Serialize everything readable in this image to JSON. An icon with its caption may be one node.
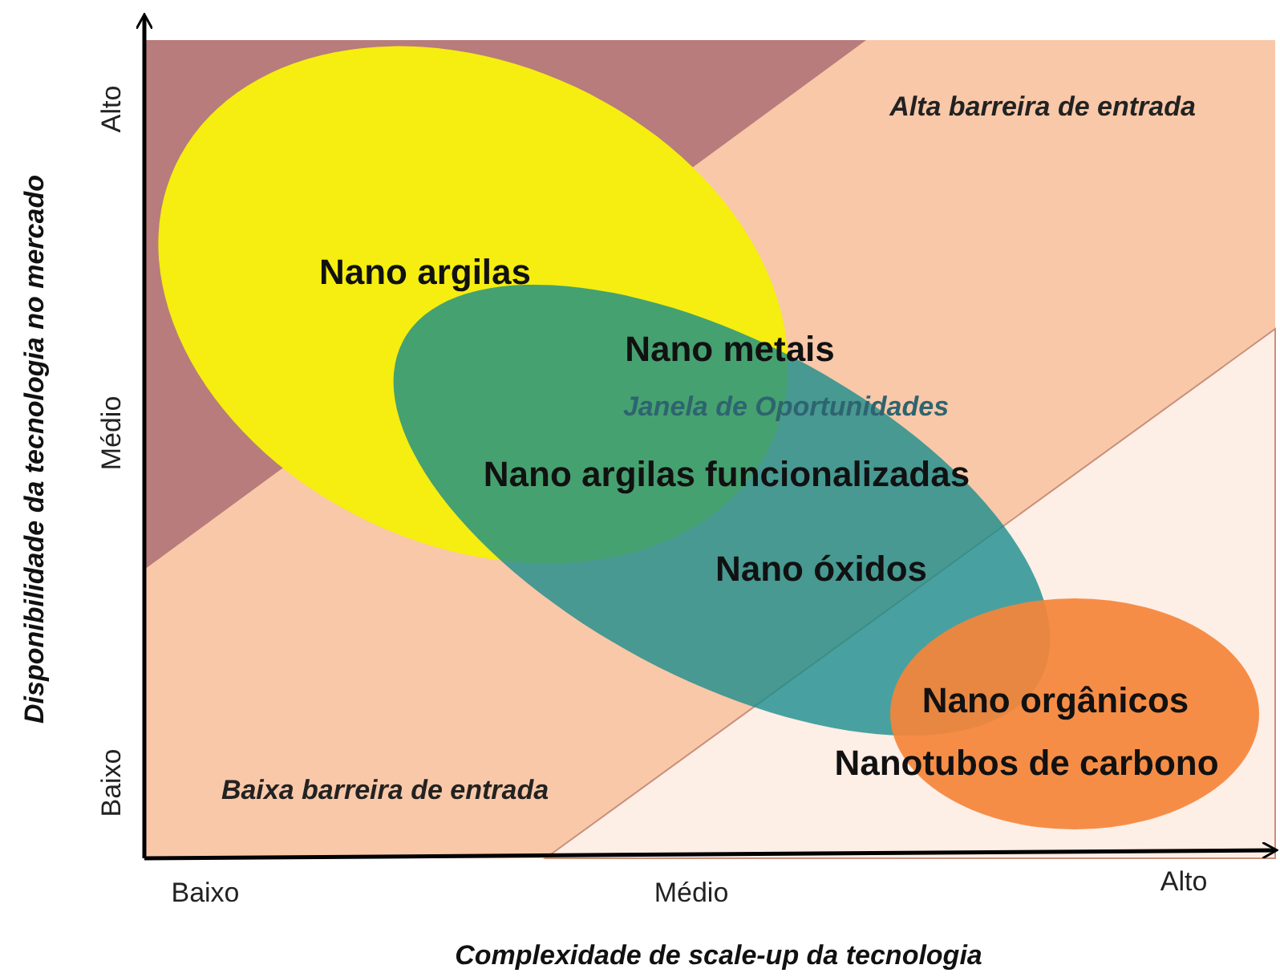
{
  "diagram": {
    "nodes": [
      {
        "text": [
          "Nano argilas"
        ]
      },
      {
        "text": [
          "Nano metais",
          "Nano argilas funcionalizadas",
          "Nano óxidos"
        ]
      },
      {
        "text": [
          "Nano orgânicos",
          "Nanotubos de carbono"
        ]
      }
    ],
    "edges": [],
    "labels": [
      "Alta barreira de entrada",
      "Janela de Oportunidades",
      "Baixa barreira de entrada",
      "Disponibilidade da tecnologia no mercado",
      "Alto",
      "Médio",
      "Baixo",
      "Baixo",
      "Médio",
      "Alto",
      "Complexidade de scale-up da tecnologia"
    ]
  }
}
